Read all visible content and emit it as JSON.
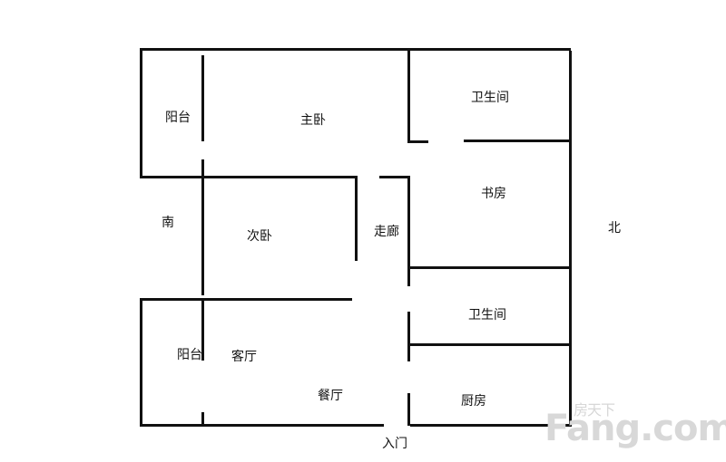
{
  "floorplan": {
    "rooms": {
      "balcony_top": "阳台",
      "master_bedroom": "主卧",
      "bathroom_top": "卫生间",
      "study": "书房",
      "corridor": "走廊",
      "second_bedroom": "次卧",
      "balcony_bottom": "阳台",
      "living_room": "客厅",
      "dining_room": "餐厅",
      "bathroom_bottom": "卫生间",
      "kitchen": "厨房"
    },
    "directions": {
      "south": "南",
      "north": "北"
    },
    "entrance": "入门"
  },
  "watermark": {
    "chinese": "房天下",
    "english": "Fang.com"
  },
  "colors": {
    "wall": "#111111",
    "watermark": "#d8d8d8",
    "background": "#ffffff"
  }
}
